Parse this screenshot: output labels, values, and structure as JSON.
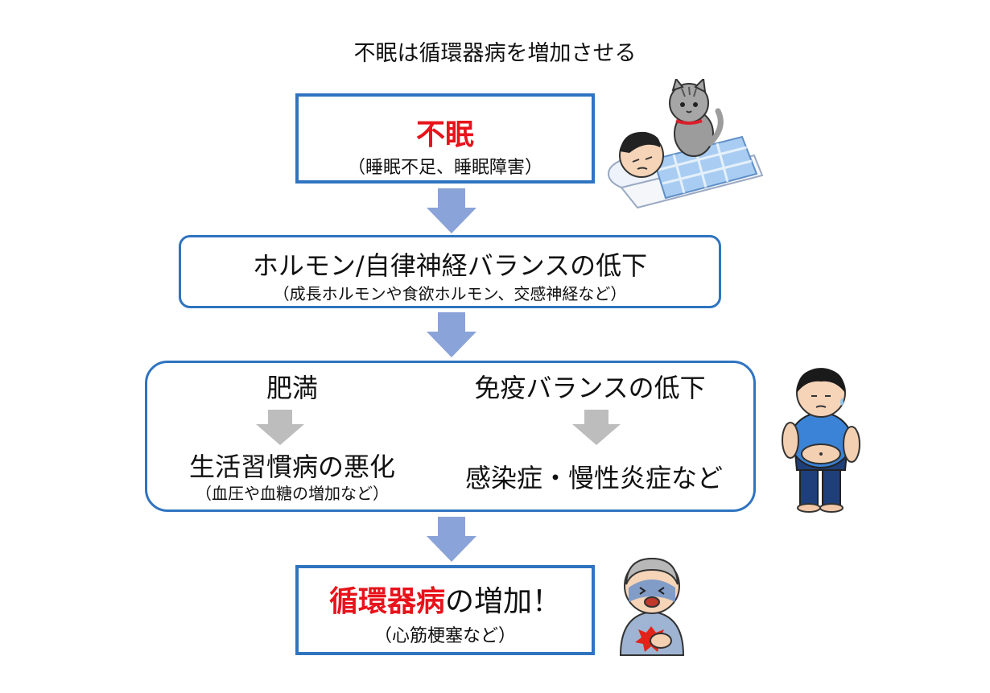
{
  "title": "不眠は循環器病を増加させる",
  "colors": {
    "border": "#2f74c0",
    "accent_red": "#e8131b",
    "blue_arrow": "#8aa3d8",
    "gray_arrow": "#bdbdbd"
  },
  "step1": {
    "main": "不眠",
    "sub": "（睡眠不足、睡眠障害）"
  },
  "step2": {
    "main": "ホルモン/自律神経バランスの低下",
    "sub": "（成長ホルモンや食欲ホルモン、交感神経など）"
  },
  "step3": {
    "left": {
      "top": "肥満",
      "bottom": "生活習慣病の悪化",
      "sub": "（血圧や血糖の増加など）"
    },
    "right": {
      "top": "免疫バランスの低下",
      "bottom": "感染症・慢性炎症など"
    }
  },
  "step4": {
    "main_red": "循環器病",
    "main_rest": "の増加！",
    "sub": "（心筋梗塞など）"
  },
  "icons": [
    "sleeping-person-with-cat-icon",
    "overweight-boy-icon",
    "chest-pain-elderly-man-icon"
  ]
}
